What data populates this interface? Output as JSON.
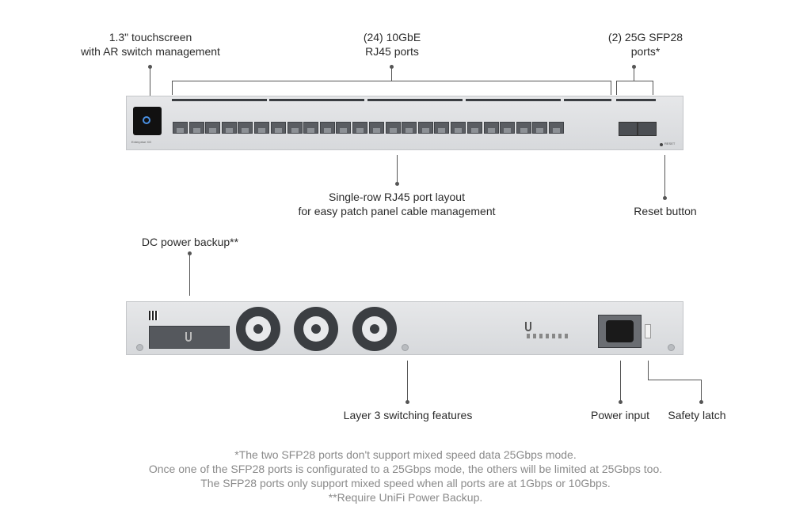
{
  "callouts": {
    "touchscreen": [
      "1.3\" touchscreen",
      "with AR switch management"
    ],
    "rj45_ports": [
      "(24) 10GbE",
      "RJ45 ports"
    ],
    "sfp28_ports": [
      "(2) 25G SFP28",
      "ports*"
    ],
    "port_layout": [
      "Single-row RJ45 port layout",
      "for easy patch panel cable management"
    ],
    "reset": "Reset button",
    "dc_power": "DC power backup**",
    "layer3": "Layer 3 switching features",
    "power_input": "Power input",
    "safety_latch": "Safety latch"
  },
  "device": {
    "model_label": "Enterprise XG",
    "reset_label": "RESET"
  },
  "footnotes": [
    "*The two SFP28 ports don't support mixed speed data 25Gbps mode.",
    "Once one of the SFP28 ports is configurated to a 25Gbps mode, the others will be limited at 25Gbps too.",
    "The SFP28 ports only support mixed speed when all ports are at 1Gbps or 10Gbps.",
    "**Require UniFi Power Backup."
  ]
}
